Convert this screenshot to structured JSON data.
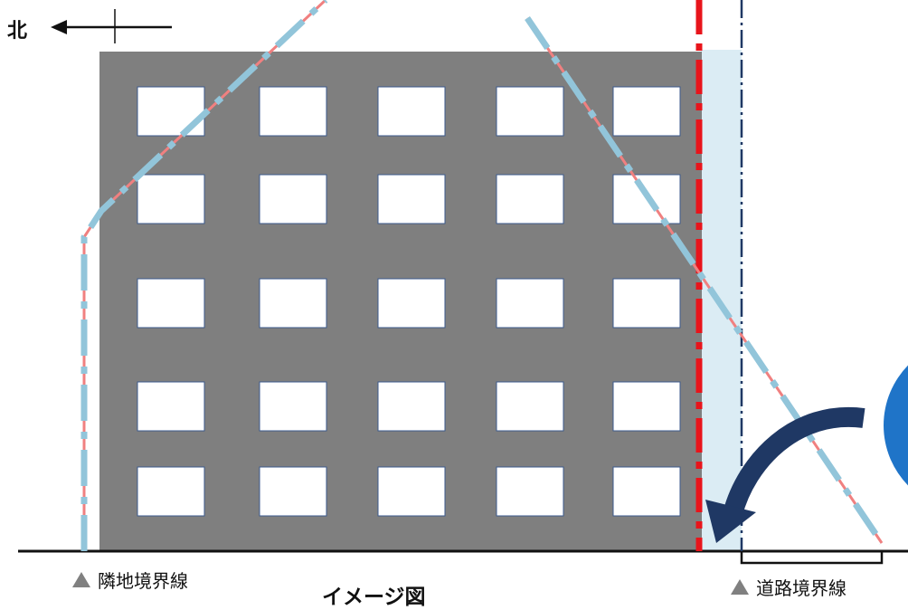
{
  "north_label": "北",
  "neighbor_boundary_label": "隣地境界線",
  "road_boundary_label": "道路境界線",
  "caption": "イメージ図",
  "window_grid": {
    "rows": 5,
    "columns": 5
  },
  "colors": {
    "building": "#7f7f7f",
    "window_fill": "#ffffff",
    "window_border": "#3b5a8c",
    "boundary_red": "#e8141b",
    "setback_line_light_blue": "#92c5da",
    "setback_line_pink": "#f08080",
    "navy_line": "#1f3864",
    "shaded_area": "#dbecf4",
    "arrow": "#1f3864",
    "circle": "#1f74c8"
  },
  "icons": [
    "north-arrow-icon",
    "triangle-marker-icon",
    "curved-arrow-icon"
  ]
}
